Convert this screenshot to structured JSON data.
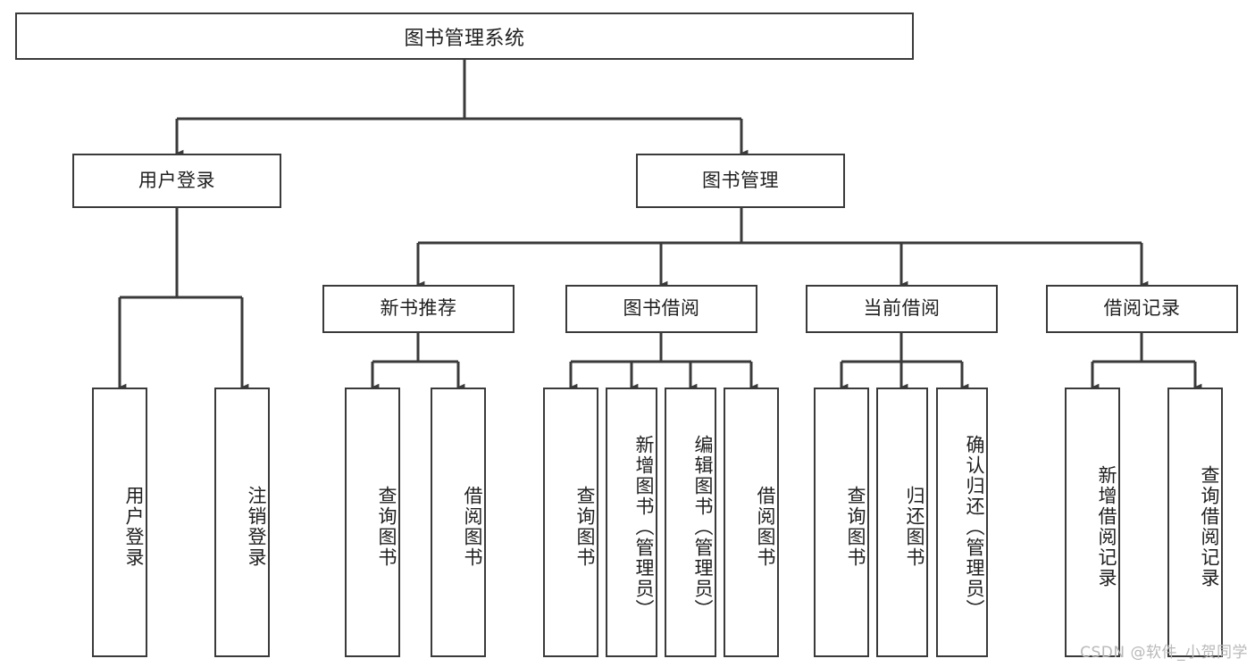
{
  "diagram": {
    "type": "tree",
    "title": "图书管理系统",
    "root": {
      "label": "图书管理系统"
    },
    "level2": [
      {
        "label": "用户登录"
      },
      {
        "label": "图书管理"
      }
    ],
    "level3": [
      {
        "label": "新书推荐"
      },
      {
        "label": "图书借阅"
      },
      {
        "label": "当前借阅"
      },
      {
        "label": "借阅记录"
      }
    ],
    "leaves": {
      "user_login": [
        {
          "label": "用户登录"
        },
        {
          "label": "注销登录"
        }
      ],
      "new_book_recommend": [
        {
          "label": "查询图书"
        },
        {
          "label": "借阅图书"
        }
      ],
      "book_borrow": [
        {
          "label": "查询图书"
        },
        {
          "label": "新增图书（管理员）"
        },
        {
          "label": "编辑图书（管理员）"
        },
        {
          "label": "借阅图书"
        }
      ],
      "current_borrow": [
        {
          "label": "查询图书"
        },
        {
          "label": "归还图书"
        },
        {
          "label": "确认归还（管理员）"
        }
      ],
      "borrow_record": [
        {
          "label": "新增借阅记录"
        },
        {
          "label": "查询借阅记录"
        }
      ]
    }
  },
  "watermark": {
    "text": "CSDN @软件_小贺同学"
  },
  "colors": {
    "stroke": "#3a3a3a",
    "text": "#1f1f1f",
    "background": "#ffffff",
    "watermark": "#b9b9b9"
  }
}
